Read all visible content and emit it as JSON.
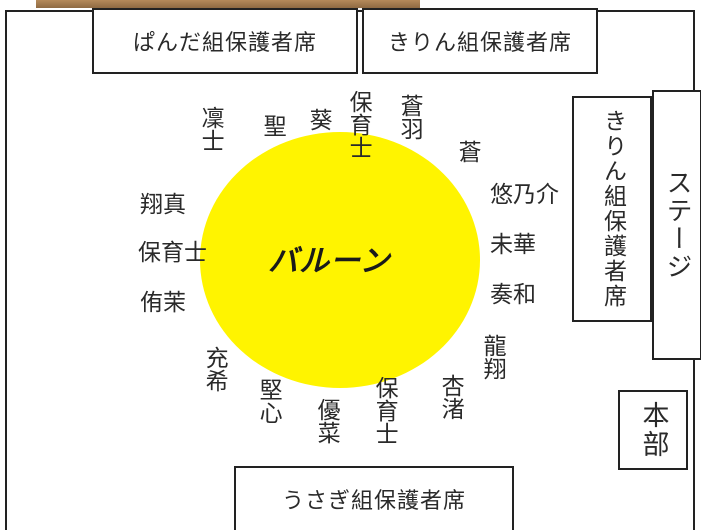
{
  "seats": {
    "panda": "ぱんだ組保護者席",
    "kirin_top": "きりん組保護者席",
    "kirin_side": "きりん組保護者席",
    "usagi": "うさぎ組保護者席"
  },
  "stage": "ステージ",
  "hq": "本部",
  "balloon": "バルーン",
  "names": {
    "rin": "凜士",
    "sei": "聖",
    "aoi": "葵",
    "teacher_top": "保育士",
    "soha": "蒼羽",
    "so": "蒼",
    "yunosuke": "悠乃介",
    "mika": "未華",
    "kanna": "奏和",
    "ryusho": "龍翔",
    "kyona": "杏渚",
    "teacher_bottom": "保育士",
    "yuna": "優菜",
    "kenshin": "堅心",
    "mitsuki": "充希",
    "yuina": "侑茉",
    "teacher_left": "保育士",
    "shoma": "翔真"
  }
}
